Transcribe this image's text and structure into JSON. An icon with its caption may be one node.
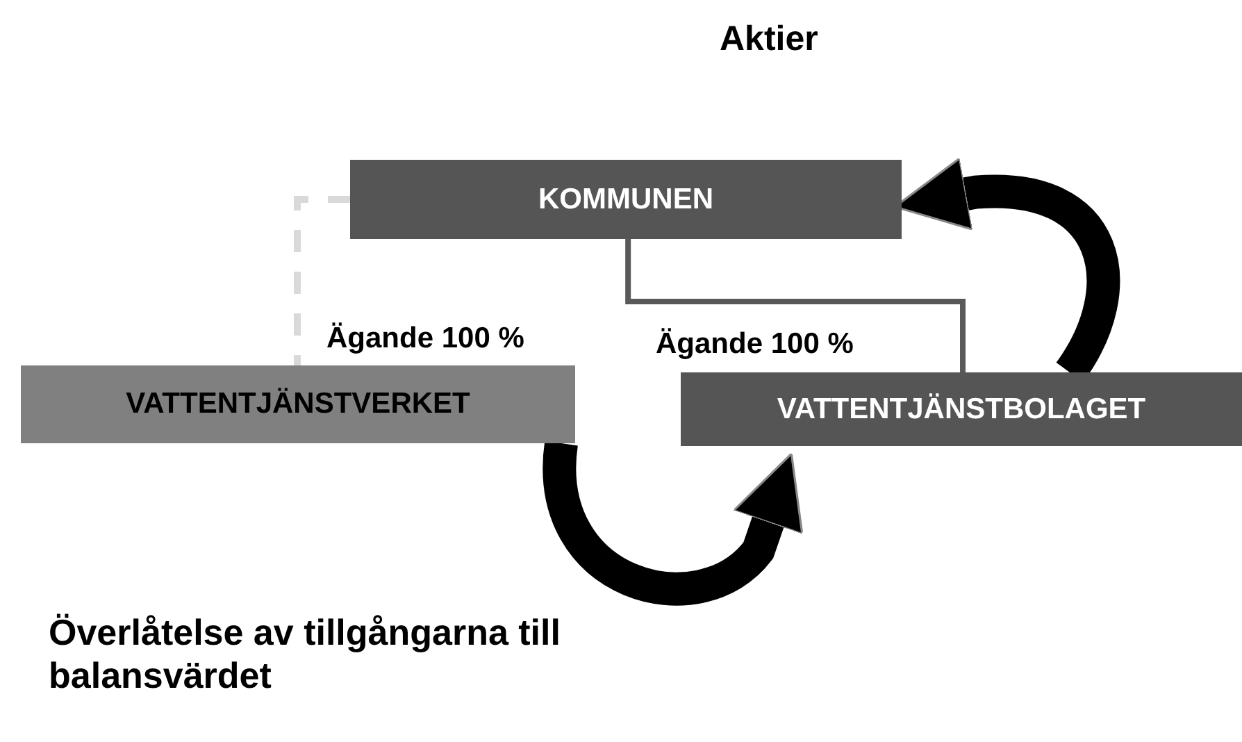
{
  "diagram": {
    "nodes": [
      {
        "text": [
          "KOMMUNEN"
        ]
      },
      {
        "text": [
          "VATTENTJÄNSTVERKET"
        ]
      },
      {
        "text": [
          "VATTENTJÄNSTBOLAGET"
        ]
      }
    ],
    "edges": [
      {
        "from": 0,
        "to": 1,
        "arrow": "none",
        "label": "Ägande 100 %",
        "style": "dashed",
        "color": "#d9d9d9"
      },
      {
        "from": 0,
        "to": 2,
        "arrow": "none",
        "label": "Ägande 100 %",
        "color": "#595959"
      },
      {
        "from": 2,
        "to": 0,
        "arrow": "to",
        "style": "thick"
      },
      {
        "from": 1,
        "to": 2,
        "arrow": "to",
        "style": "thick"
      }
    ],
    "labels": [
      "Aktier",
      "Överlåtelse av tillgångarna till balansvärdet"
    ]
  }
}
